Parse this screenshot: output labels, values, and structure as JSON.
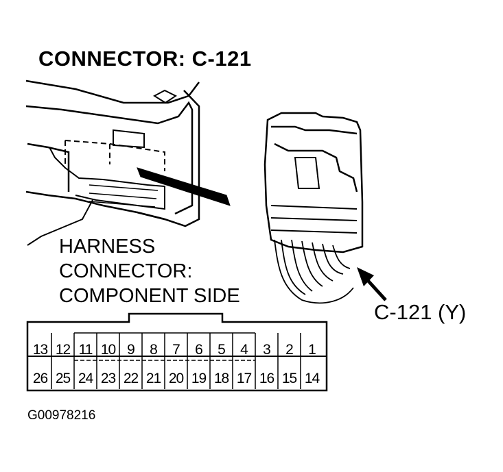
{
  "title": "CONNECTOR: C-121",
  "harness_label": [
    "HARNESS",
    "CONNECTOR:",
    "COMPONENT SIDE"
  ],
  "callout": "C-121 (Y)",
  "figure_id": "G00978216",
  "connector": {
    "top_row": [
      "13",
      "12",
      "11",
      "10",
      "9",
      "8",
      "7",
      "6",
      "5",
      "4",
      "3",
      "2",
      "1"
    ],
    "bottom_row": [
      "26",
      "25",
      "24",
      "23",
      "22",
      "21",
      "20",
      "19",
      "18",
      "17",
      "16",
      "15",
      "14"
    ]
  }
}
